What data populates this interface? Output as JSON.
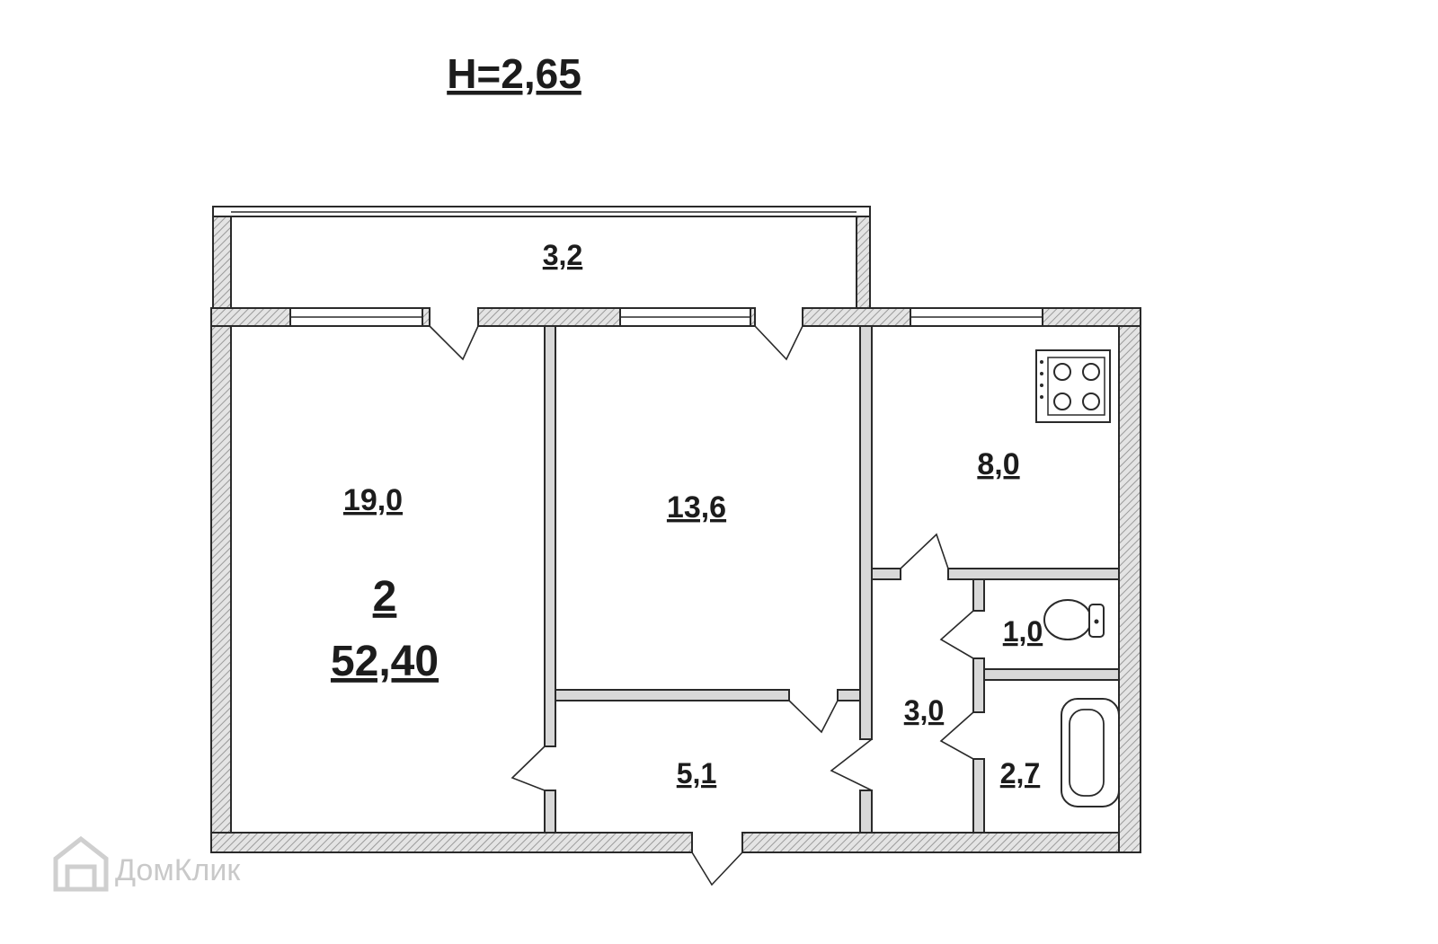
{
  "ceiling_height": "H=2,65",
  "summary": {
    "rooms": "2",
    "total_area": "52,40"
  },
  "rooms": {
    "balcony": "3,2",
    "living_room": "19,0",
    "bedroom": "13,6",
    "kitchen": "8,0",
    "toilet": "1,0",
    "hall": "3,0",
    "bathroom": "2,7",
    "corridor": "5,1"
  },
  "watermark": "ДомКлик",
  "colors": {
    "wall_fill": "#d8d8d8",
    "line": "#2a2a2a",
    "text": "#1c1c1c"
  }
}
